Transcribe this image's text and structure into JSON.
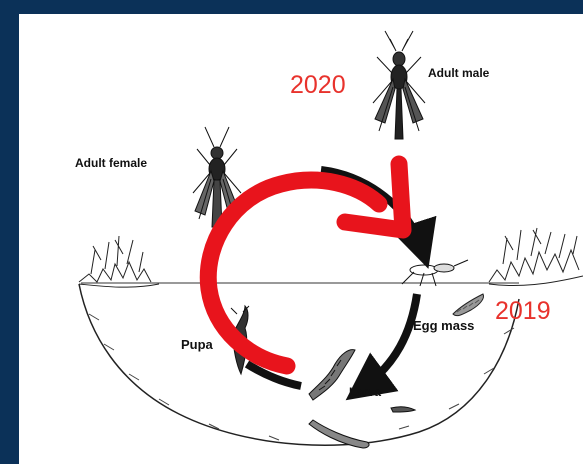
{
  "labels": {
    "adult_male": "Adult male",
    "adult_female": "Adult female",
    "egg_mass": "Egg mass",
    "larva": "Larva",
    "pupa": "Pupa"
  },
  "years": {
    "y2020": "2020",
    "y2019": "2019"
  },
  "colors": {
    "frame": "#0b3158",
    "panel": "#ffffff",
    "year_text": "#e8322c",
    "cycle_arrow": "#e8141c",
    "stage_arrow": "#111111"
  },
  "icons": {
    "adult_male": "midge-adult-male-icon",
    "adult_female": "midge-adult-female-icon",
    "egg_mass": "egg-mass-icon",
    "larva": "larva-icon",
    "pupa": "pupa-icon"
  }
}
